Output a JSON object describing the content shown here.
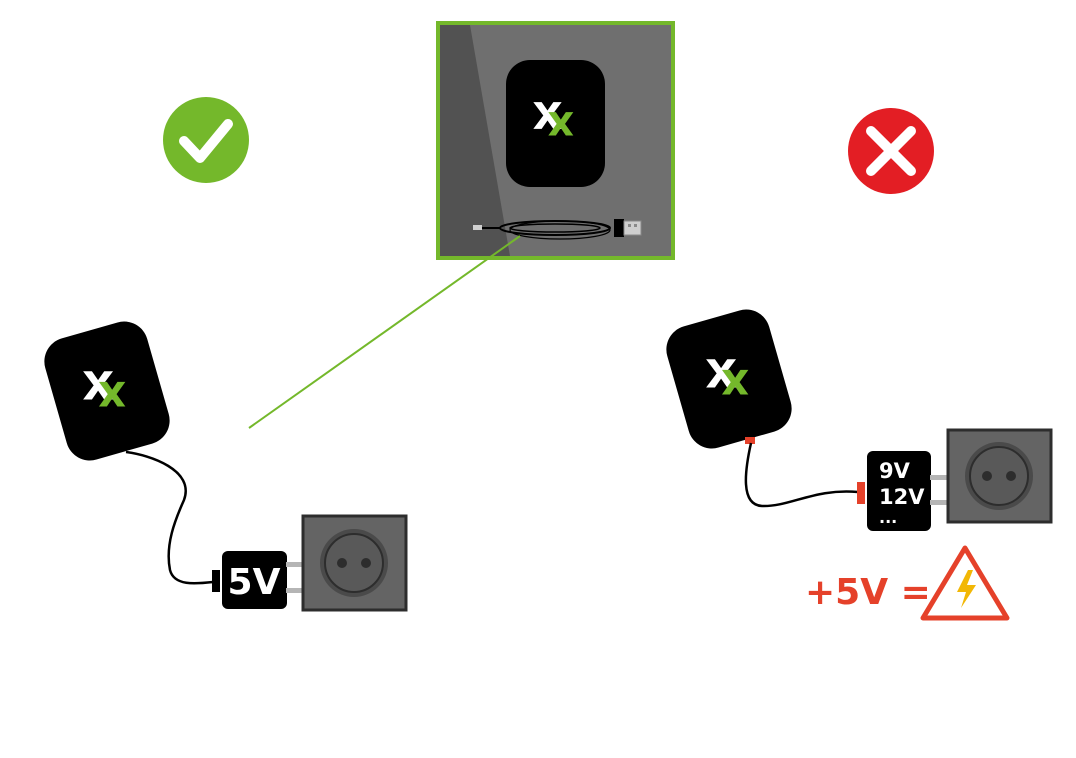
{
  "colors": {
    "accent_green": "#74b82b",
    "error_red": "#e31e24",
    "warning_orange": "#e5412a",
    "device_black": "#000000",
    "socket_gray": "#646464",
    "box_gray": "#6f6f6f"
  },
  "icons": {
    "correct": "checkmark-icon",
    "incorrect": "cross-icon",
    "warning": "high-voltage-warning-icon"
  },
  "left_adapter": {
    "label": "5V"
  },
  "right_adapter": {
    "line1": "9V",
    "line2": "12V",
    "line3": "..."
  },
  "warning": {
    "text": "+5V ="
  }
}
